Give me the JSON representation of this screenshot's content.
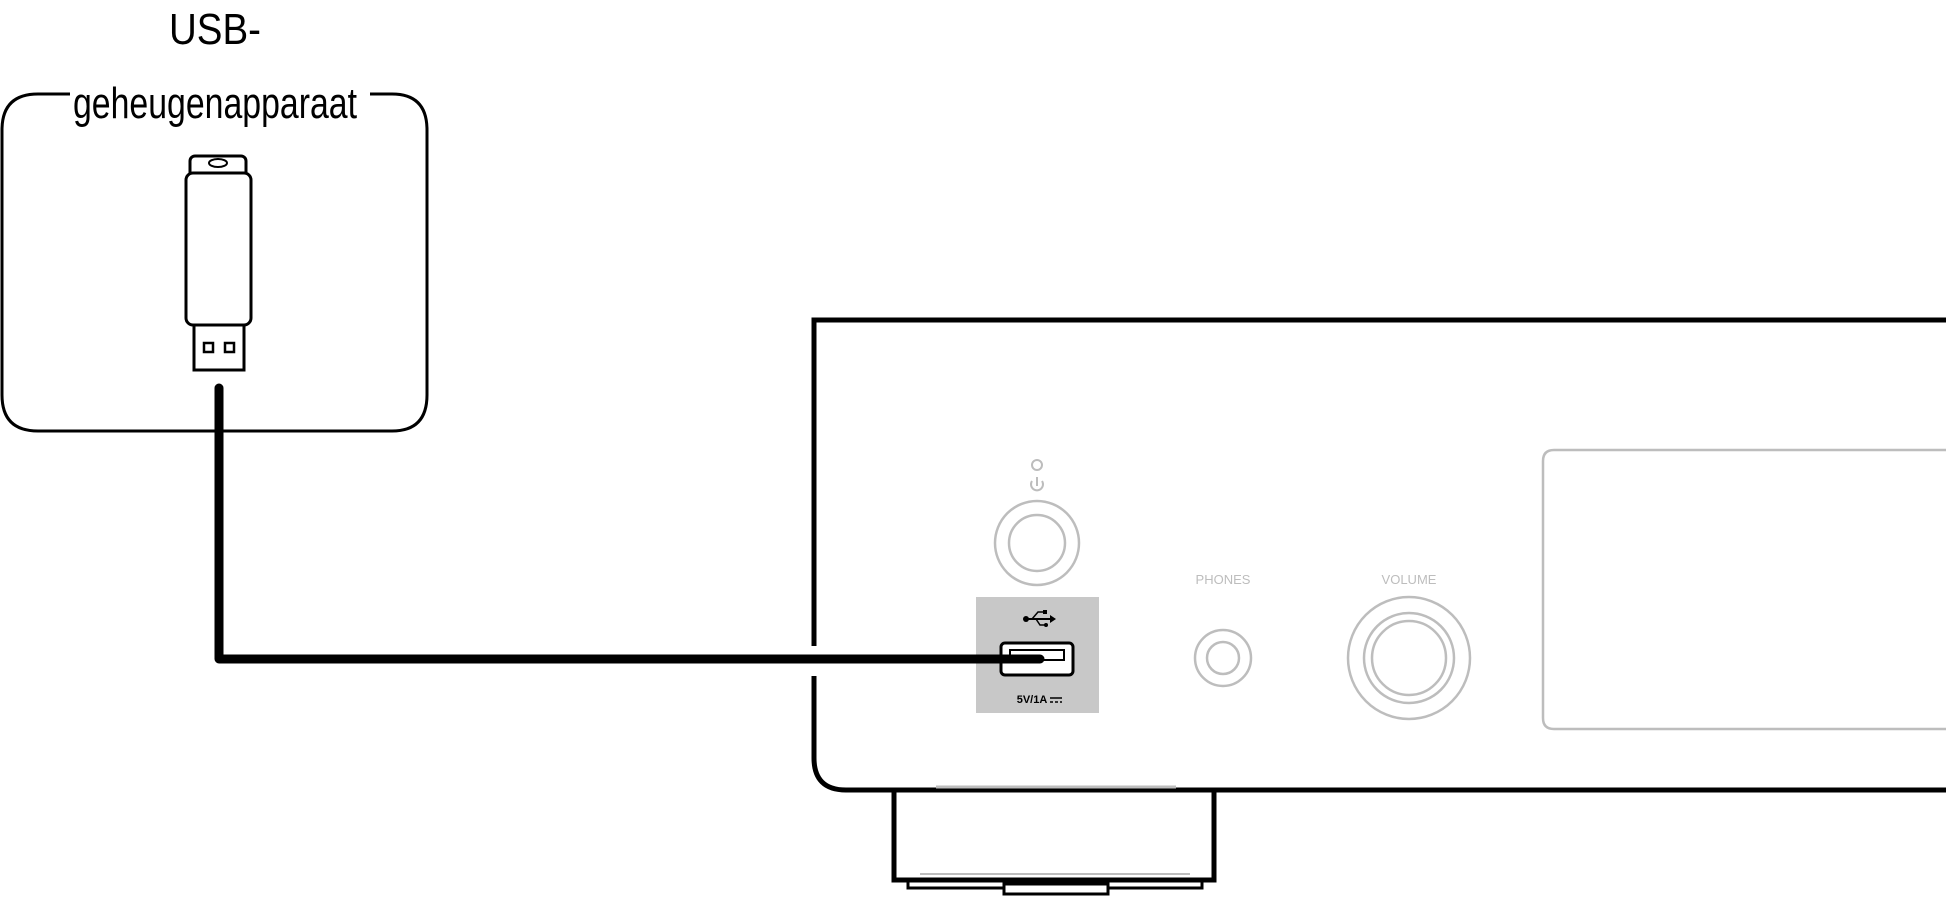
{
  "device_box": {
    "title_line1": "USB-",
    "title_line2": "geheugenapparaat"
  },
  "front_panel": {
    "phones_label": "PHONES",
    "volume_label": "VOLUME",
    "usb_rating_label": "5V/1A"
  },
  "colors": {
    "line": "#000000",
    "panel_gray": "#bdbdbd",
    "usb_area": "#c8c8c8",
    "background": "#ffffff"
  },
  "icons": [
    "usb-flash-drive-icon",
    "power-indicator-icon",
    "power-button-icon",
    "usb-symbol-icon",
    "dc-symbol-icon"
  ]
}
